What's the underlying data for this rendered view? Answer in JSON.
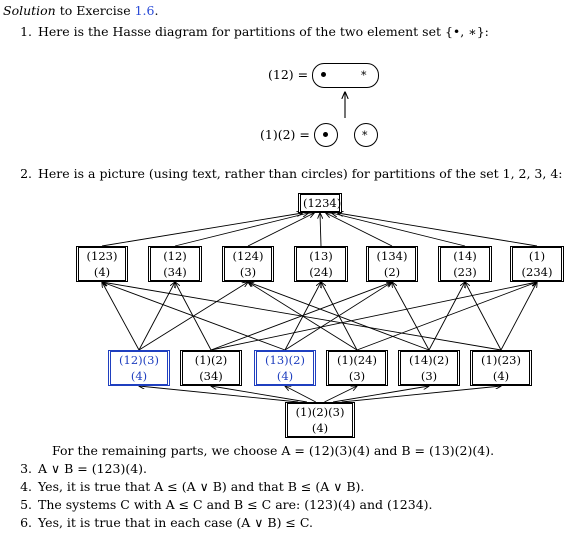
{
  "header": {
    "solution_word": "Solution",
    "to_text": " to Exercise ",
    "exercise_ref": "1.6",
    "period": "."
  },
  "item1": {
    "number": "1.",
    "text": "Here is the Hasse diagram for partitions of the two element set {•, ∗}:",
    "top_label": "(12) =",
    "bottom_label": "(1)(2) =",
    "star_glyph": "*"
  },
  "item2": {
    "number": "2.",
    "text": "Here is a picture (using text, rather than circles) for partitions of the set 1, 2, 3, 4:"
  },
  "hasse4": {
    "top": "(1234)",
    "level2": [
      "(123)(4)",
      "(12)(34)",
      "(124)(3)",
      "(13)(24)",
      "(134)(2)",
      "(14)(23)",
      "(1)(234)"
    ],
    "level3": [
      "(12)(3)(4)",
      "(1)(2)(34)",
      "(13)(2)(4)",
      "(1)(24)(3)",
      "(14)(2)(3)",
      "(1)(23)(4)"
    ],
    "bottom": "(1)(2)(3)(4)",
    "highlight_color": "#1f3fbf"
  },
  "remaining": {
    "intro": "For the remaining parts, we choose A = (12)(3)(4) and B = (13)(2)(4).",
    "items": [
      {
        "number": "3.",
        "text": "A ∨ B = (123)(4)."
      },
      {
        "number": "4.",
        "text": "Yes, it is true that A ≤ (A ∨ B) and that B ≤ (A ∨ B)."
      },
      {
        "number": "5.",
        "text": "The systems C with A ≤ C and B ≤ C are: (123)(4) and (1234)."
      },
      {
        "number": "6.",
        "text": "Yes, it is true that in each case (A ∨ B) ≤ C."
      }
    ]
  }
}
